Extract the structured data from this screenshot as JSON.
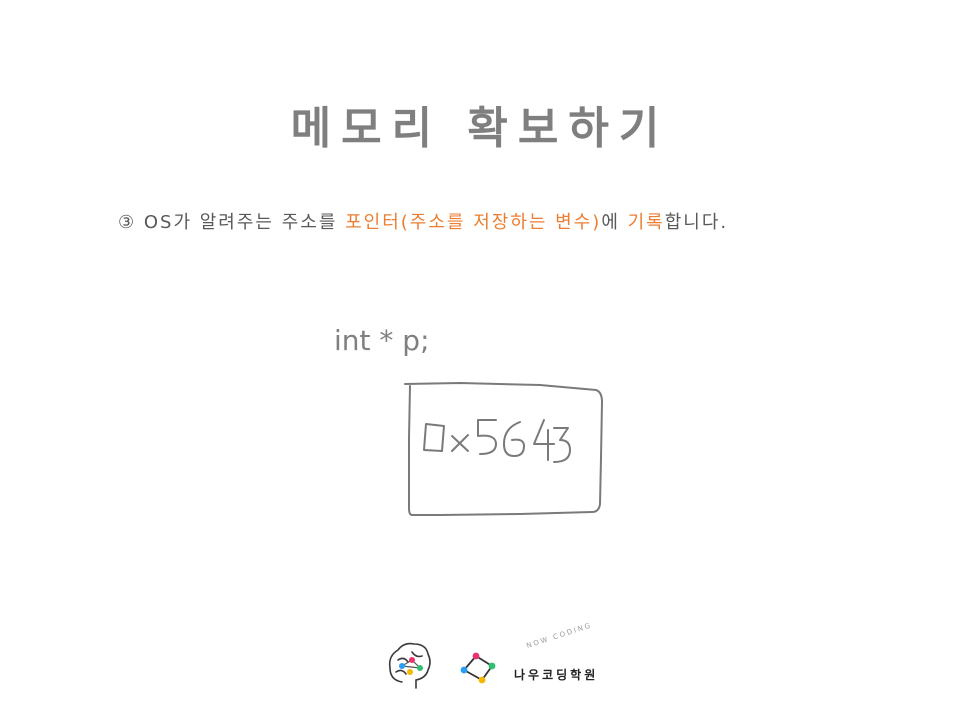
{
  "slide": {
    "title": "메모리 확보하기",
    "bullet": {
      "number": "③",
      "part1": " OS가 알려주는 주소를 ",
      "highlight1": "포인터(주소를 저장하는 변수)",
      "part2": "에 ",
      "highlight2": "기록",
      "part3": "합니다."
    },
    "code_line": "int * p;",
    "box_value": "0x5643"
  },
  "footer": {
    "brand_subtitle": "NOW CODING",
    "brand_name": "나우코딩학원",
    "icons": [
      "brain-logo-icon",
      "network-logo-icon"
    ]
  },
  "colors": {
    "title": "#7f7f7f",
    "text": "#595959",
    "accent": "#ed7d31",
    "code": "#808080",
    "sketch": "#7a7a7a"
  }
}
